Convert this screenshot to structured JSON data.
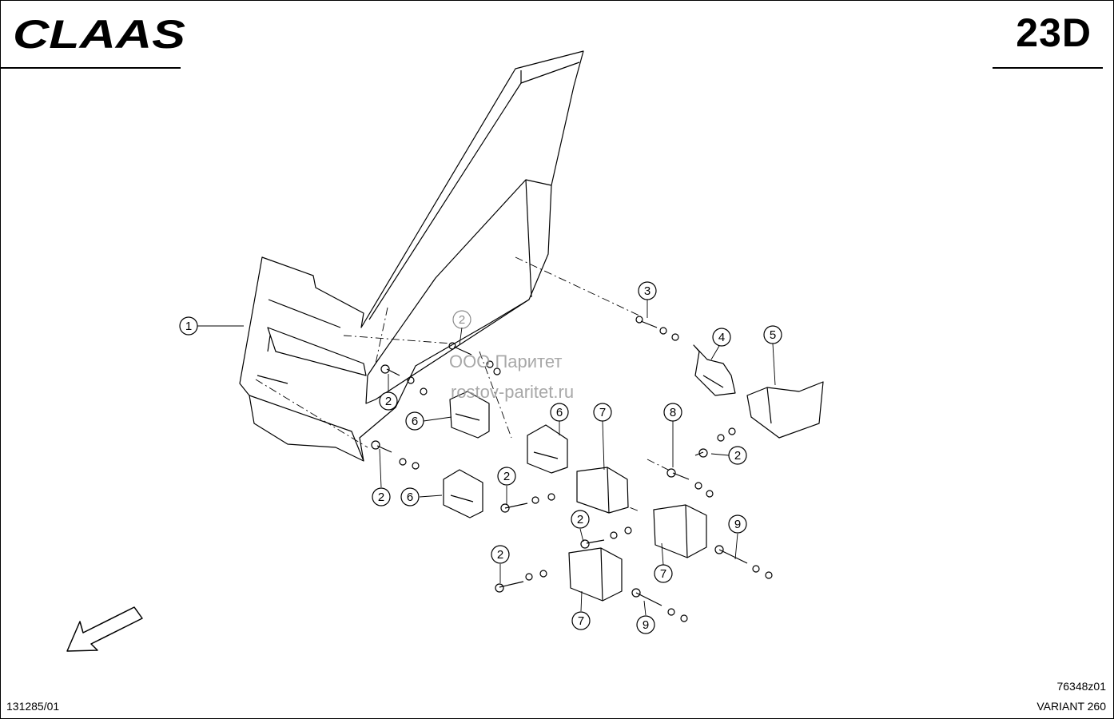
{
  "header": {
    "brand": "CLAAS",
    "page_code": "23D"
  },
  "footer": {
    "doc_number": "131285/01",
    "drawing_code": "76348z01",
    "model": "VARIANT 260"
  },
  "watermark": {
    "line1": "ООО Паритет",
    "line2": "rostov-paritet.ru"
  },
  "callouts": [
    "1",
    "2",
    "2",
    "2",
    "2",
    "2",
    "2",
    "2",
    "3",
    "4",
    "5",
    "6",
    "6",
    "6",
    "7",
    "7",
    "7",
    "8",
    "9",
    "9"
  ]
}
